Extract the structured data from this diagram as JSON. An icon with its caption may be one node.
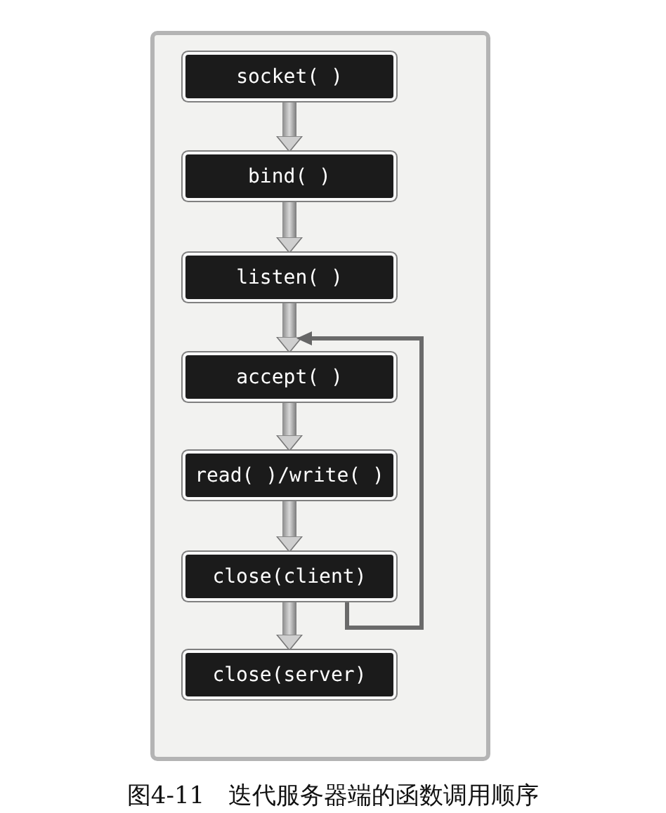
{
  "diagram": {
    "caption": "图4-11　迭代服务器端的函数调用顺序",
    "nodes": [
      {
        "text": [
          "socket( )"
        ]
      },
      {
        "text": [
          "bind( )"
        ]
      },
      {
        "text": [
          "listen( )"
        ]
      },
      {
        "text": [
          "accept( )"
        ]
      },
      {
        "text": [
          "read( )/write( )"
        ]
      },
      {
        "text": [
          "close(client)"
        ]
      },
      {
        "text": [
          "close(server)"
        ]
      }
    ],
    "edges": [
      {
        "from": 0,
        "to": 1,
        "arrow": "to"
      },
      {
        "from": 1,
        "to": 2,
        "arrow": "to"
      },
      {
        "from": 2,
        "to": 3,
        "arrow": "to"
      },
      {
        "from": 3,
        "to": 4,
        "arrow": "to"
      },
      {
        "from": 4,
        "to": 5,
        "arrow": "to"
      },
      {
        "from": 5,
        "to": 6,
        "arrow": "to"
      },
      {
        "from": 5,
        "to": 3,
        "arrow": "to"
      }
    ]
  }
}
